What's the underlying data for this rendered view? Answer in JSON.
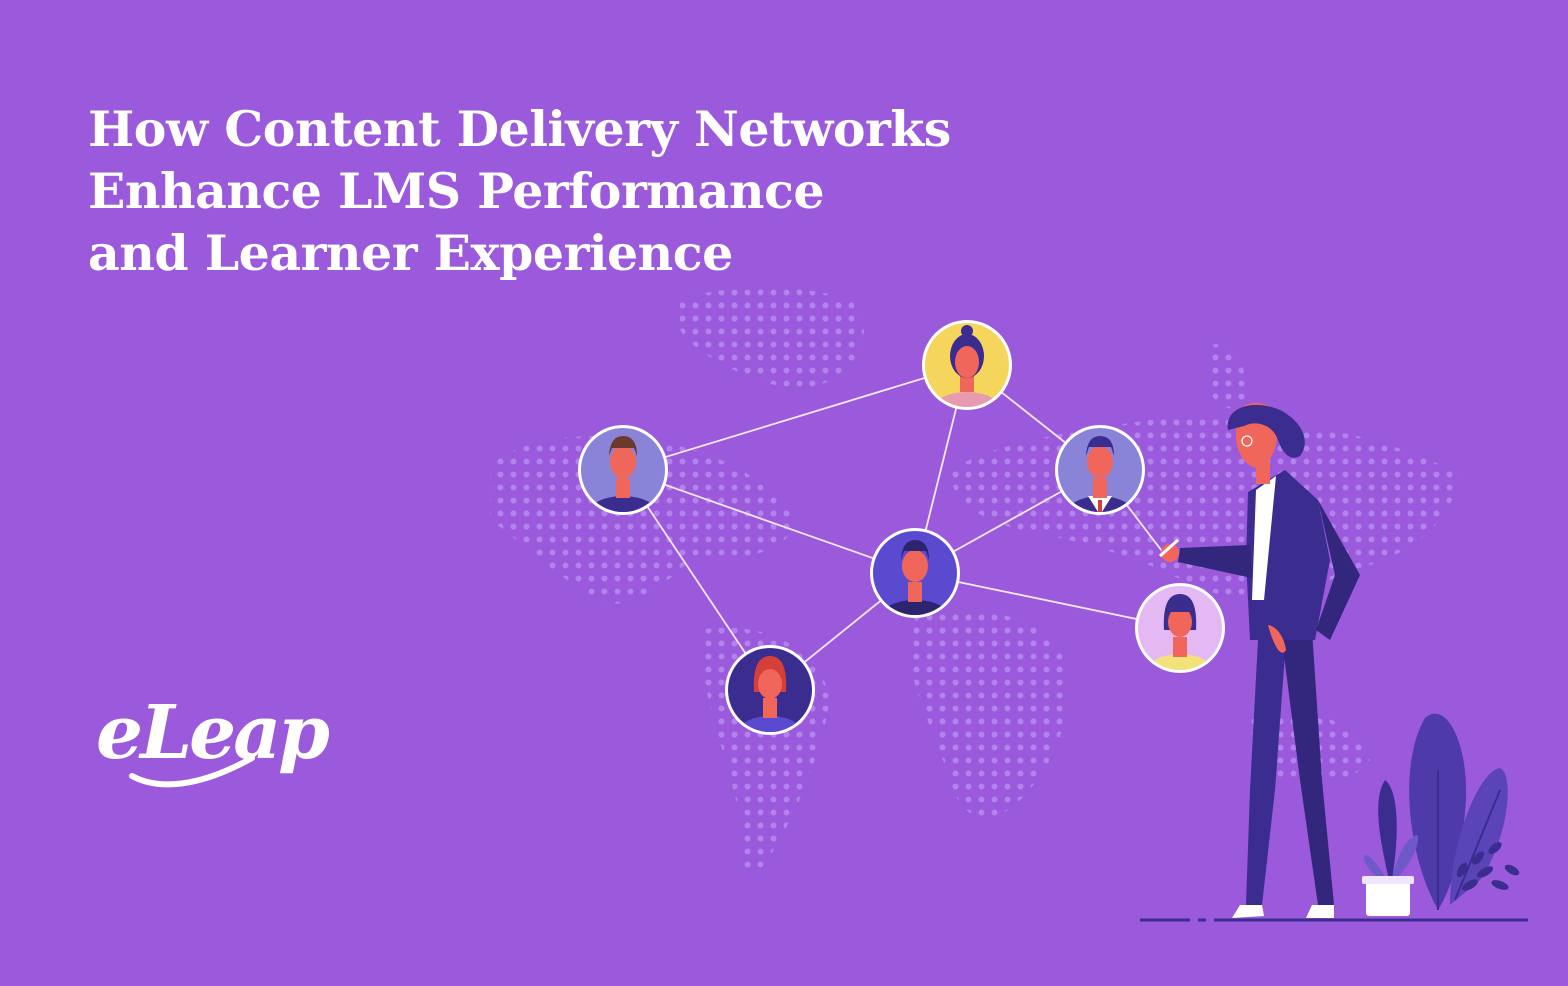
{
  "title": {
    "lines": [
      "How Content Delivery Networks",
      "Enhance LMS Performance",
      "and Learner Experience"
    ]
  },
  "logo": {
    "text": "eLeap"
  },
  "colors": {
    "background": "#9b59dc",
    "map_dot": "#b283ea",
    "network_line": "#f1e6ff",
    "skin": "#f0665a",
    "suit": "#3b2d8f",
    "text": "#ffffff"
  },
  "avatars": [
    {
      "id": "woman-yellow",
      "bg": "#f6d55c",
      "hair": "#3b2d8f",
      "shirt": "#e79bb0"
    },
    {
      "id": "man-left",
      "bg": "#8a84d8",
      "hair": "#6a3a2e",
      "shirt": "#3b2d8f"
    },
    {
      "id": "man-suit",
      "bg": "#8a84d8",
      "hair": "#3b2d8f",
      "shirt": "#ffffff"
    },
    {
      "id": "man-center",
      "bg": "#5a4ad0",
      "hair": "#2d2470",
      "shirt": "#2d2470"
    },
    {
      "id": "woman-pink",
      "bg": "#e3b8f3",
      "hair": "#3b2d8f",
      "shirt": "#f3e27a"
    },
    {
      "id": "woman-red",
      "bg": "#3b2d8f",
      "hair": "#d43f3a",
      "shirt": "#5a4ad0"
    }
  ]
}
